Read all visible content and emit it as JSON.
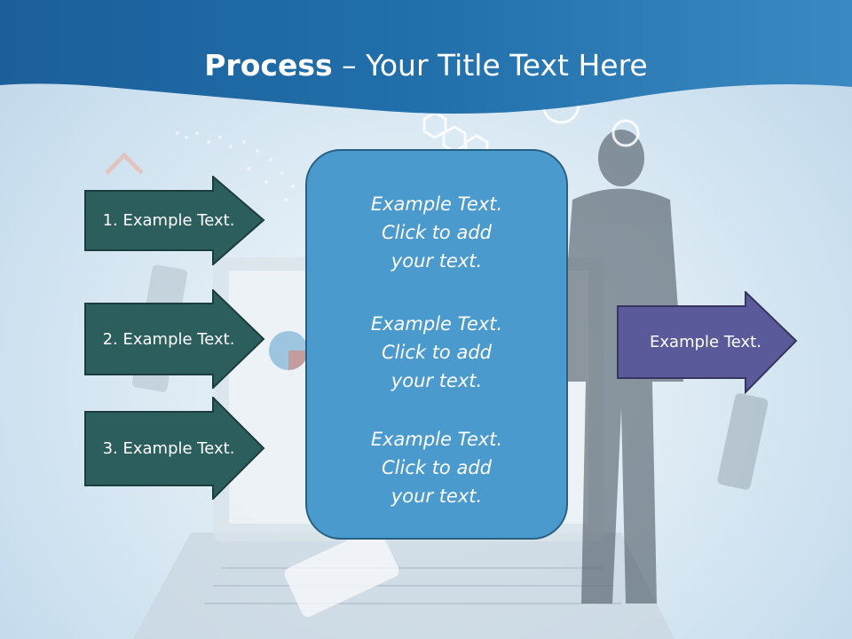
{
  "slide": {
    "title_bold": "Process",
    "title_rest": " – Your Title Text Here"
  },
  "left_arrows": [
    {
      "label": "1. Example Text."
    },
    {
      "label": "2. Example Text."
    },
    {
      "label": "3. Example Text."
    }
  ],
  "center_box": {
    "paragraphs": [
      {
        "line1": "Example Text.",
        "line2": "Click  to add",
        "line3": "your text."
      },
      {
        "line1": "Example Text.",
        "line2": "Click  to add",
        "line3": "your text."
      },
      {
        "line1": "Example Text.",
        "line2": "Click  to add",
        "line3": "your text."
      }
    ]
  },
  "right_arrow": {
    "label": "Example Text."
  },
  "colors": {
    "header_blue": "#1f6aa6",
    "left_arrow_fill": "#2c5e5e",
    "center_box_fill": "#4a9acd",
    "right_arrow_fill": "#5a5a9a"
  }
}
